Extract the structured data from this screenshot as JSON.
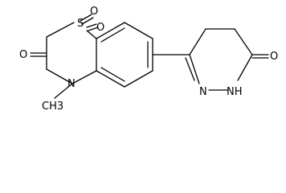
{
  "diagram": {
    "atoms": {
      "sulfur": "S",
      "sulfone_oxygen_1": "O",
      "sulfone_oxygen_2": "O",
      "lactam_oxygen": "O",
      "ring_nitrogen": "N",
      "n_methyl": "CH3",
      "pyridazine_nitrogen": "N",
      "pyridazine_nh": "NH",
      "pyridazinone_oxygen": "O"
    }
  }
}
